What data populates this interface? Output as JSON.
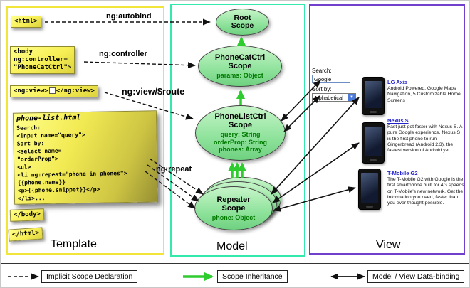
{
  "colors": {
    "template_border": "#f2e53a",
    "model_border": "#35e8ab",
    "view_border": "#7040cc",
    "note_yellow": "#f7ef55",
    "scope_green": "#8ee29b",
    "inheritance_green": "#2ecc2e",
    "link_blue": "#2222cc"
  },
  "template": {
    "label": "Template",
    "html_open": "<html>",
    "body_lines": [
      "<body",
      "ng:controller=",
      "\"PhoneCatCtrl\">"
    ],
    "ngview_open": "<ng:view>",
    "ngview_close": "</ng:view>",
    "phone_list": {
      "title": "phone-list.html",
      "lines": [
        "Search:",
        "<input name=\"query\">",
        "Sort by:",
        "<select name=",
        "\"orderProp\">",
        "<ul>",
        "<li ng:repeat=\"phone in phones\">",
        "{{phone.name}}",
        "<p>{{phone.snippet}}</p>",
        "</li>..."
      ]
    },
    "body_close": "</body>",
    "html_close": "</html>"
  },
  "arrows": {
    "autobind": "ng:autobind",
    "controller": "ng:controller",
    "view_route": "ng:view/$route",
    "repeat": "ng:repeat"
  },
  "model": {
    "label": "Model",
    "root": {
      "title1": "Root",
      "title2": "Scope"
    },
    "phonecat": {
      "title1": "PhoneCatCtrl",
      "title2": "Scope",
      "prop1": "params: Object"
    },
    "phonelist": {
      "title1": "PhoneListCtrl",
      "title2": "Scope",
      "prop1": "query: String",
      "prop2": "orderProp: String",
      "prop3": "phones: Array"
    },
    "repeater": {
      "title1": "Repeater",
      "title2": "Scope",
      "prop1": "phone: Object"
    }
  },
  "view": {
    "label": "View",
    "search_label": "Search:",
    "search_value": "Google",
    "sort_label": "Sort by:",
    "sort_value": "Alphabetical",
    "phones": [
      {
        "name": "LG Axis",
        "description": "Android Powered, Google Maps Navigation, 5 Customizable Home Screens"
      },
      {
        "name": "Nexus S",
        "description": "Fast just got faster with Nexus S. A pure Google experience, Nexus S is the first phone to run Gingerbread (Android 2.3), the fastest version of Android yet."
      },
      {
        "name": "T-Mobile G2",
        "description": "The T-Mobile G2 with Google is the first smartphone built for 4G speeds on T-Mobile's new network. Get the information you need, faster than you ever thought possible."
      }
    ]
  },
  "legend": {
    "implicit": "Implicit Scope Declaration",
    "inheritance": "Scope Inheritance",
    "binding": "Model / View Data-binding"
  }
}
